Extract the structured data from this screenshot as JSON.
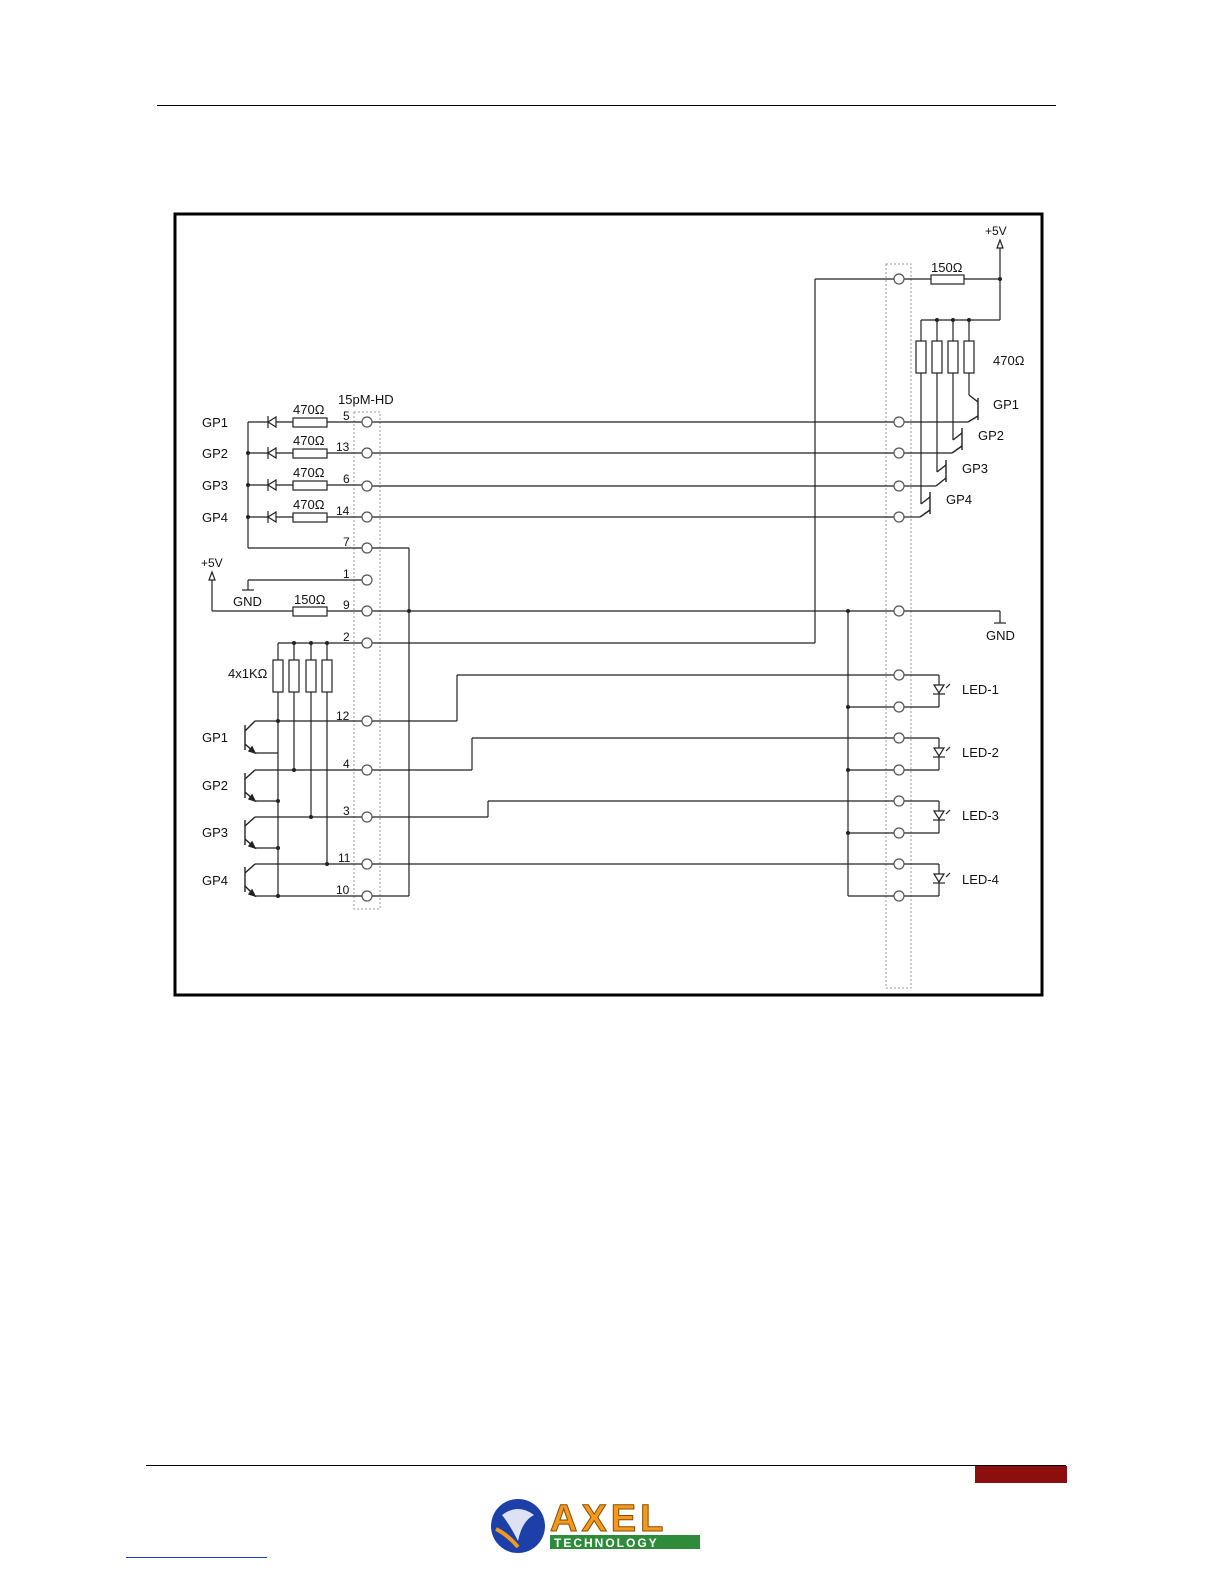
{
  "diagram": {
    "connector_label": "15pM-HD",
    "left": {
      "gp_inputs": [
        {
          "name": "GP1",
          "resistor": "470Ω",
          "pin": "5"
        },
        {
          "name": "GP2",
          "resistor": "470Ω",
          "pin": "13"
        },
        {
          "name": "GP3",
          "resistor": "470Ω",
          "pin": "6"
        },
        {
          "name": "GP4",
          "resistor": "470Ω",
          "pin": "14"
        }
      ],
      "pin_common": "7",
      "pin_gnd": "1",
      "pin_9": "9",
      "pin_2": "2",
      "plus5v": "+5V",
      "gnd": "GND",
      "r150": "150Ω",
      "pullups": "4x1KΩ",
      "gp_outputs": [
        {
          "name": "GP1",
          "pin": "12"
        },
        {
          "name": "GP2",
          "pin": "4"
        },
        {
          "name": "GP3",
          "pin": "3"
        },
        {
          "name": "GP4",
          "pin": "11"
        }
      ],
      "pin_10": "10"
    },
    "right": {
      "plus5v": "+5V",
      "r150": "150Ω",
      "r470": "470Ω",
      "gnd": "GND",
      "gp_outputs": [
        "GP1",
        "GP2",
        "GP3",
        "GP4"
      ],
      "leds": [
        "LED-1",
        "LED-2",
        "LED-3",
        "LED-4"
      ]
    }
  },
  "logo": {
    "brand": "AXEL",
    "tagline": "TECHNOLOGY",
    "colors": {
      "blue": "#1d3fa8",
      "orange": "#f29a1d",
      "green": "#2e8b3a"
    }
  },
  "colors": {
    "footer_tab": "#8b0f0f",
    "link_rule": "#1f3fcf"
  }
}
